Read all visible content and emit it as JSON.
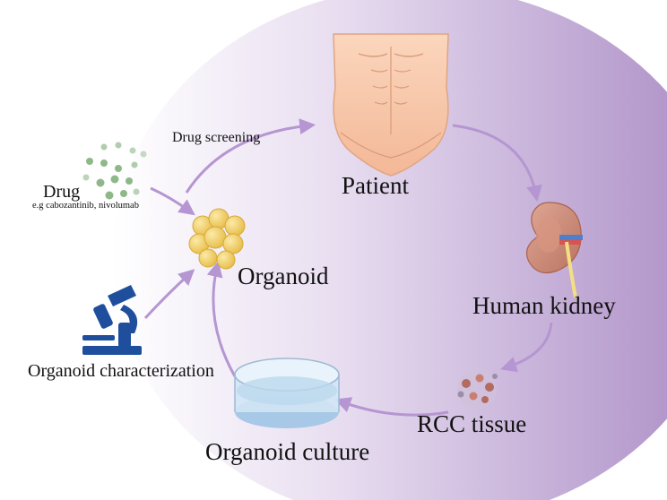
{
  "labels": {
    "patient": "Patient",
    "human_kidney": "Human kidney",
    "rcc_tissue": "RCC tissue",
    "organoid_culture": "Organoid culture",
    "organoid": "Organoid",
    "organoid_characterization": "Organoid characterization",
    "drug": "Drug",
    "drug_examples": "e.g cabozantinib, nivolumab",
    "drug_screening": "Drug screening"
  },
  "colors": {
    "background_light": "#ffffff",
    "background_dark": "#a98ac4",
    "arrow": "#b596d2",
    "microscope": "#1f4f9c",
    "organoid": "#f2d06a",
    "kidney": "#c98a78",
    "patient_skin": "#f6c9ac",
    "drug_particles": "#8fb88a",
    "dish_liquid": "#bcd8ee",
    "rcc_cells": "#b36b5f"
  },
  "icons": [
    "patient-torso-icon",
    "kidney-icon",
    "rcc-tissue-icon",
    "petri-dish-icon",
    "organoid-icon",
    "microscope-icon",
    "drug-particles-icon"
  ]
}
